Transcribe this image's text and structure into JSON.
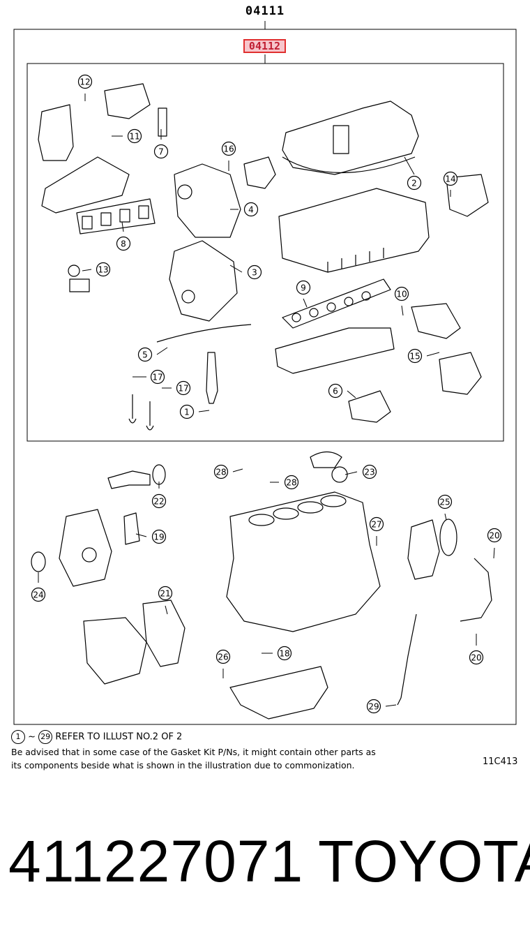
{
  "header": {
    "kit_part": "04111",
    "highlighted_part": "04112"
  },
  "callouts": [
    {
      "num": "1"
    },
    {
      "num": "2"
    },
    {
      "num": "3"
    },
    {
      "num": "4"
    },
    {
      "num": "5"
    },
    {
      "num": "6"
    },
    {
      "num": "7"
    },
    {
      "num": "8"
    },
    {
      "num": "9"
    },
    {
      "num": "10"
    },
    {
      "num": "11"
    },
    {
      "num": "12"
    },
    {
      "num": "13"
    },
    {
      "num": "14"
    },
    {
      "num": "15"
    },
    {
      "num": "16"
    },
    {
      "num": "17"
    },
    {
      "num": "17"
    },
    {
      "num": "18"
    },
    {
      "num": "19"
    },
    {
      "num": "20"
    },
    {
      "num": "20"
    },
    {
      "num": "21"
    },
    {
      "num": "22"
    },
    {
      "num": "23"
    },
    {
      "num": "24"
    },
    {
      "num": "25"
    },
    {
      "num": "26"
    },
    {
      "num": "27"
    },
    {
      "num": "28"
    },
    {
      "num": "28"
    },
    {
      "num": "29"
    }
  ],
  "legend": {
    "range_start": "1",
    "tilde": "~",
    "range_end": "29",
    "text": "REFER TO ILLUST NO.2 OF 2"
  },
  "notes": {
    "line1": "Be advised that in some case of the Gasket Kit P/Ns,  it might contain other parts as",
    "line2": "its components beside what is shown in the illustration due to commonization.",
    "ref_code": "11C413"
  },
  "footer": {
    "part_number": "411227071",
    "brand": "TOYOTA"
  }
}
